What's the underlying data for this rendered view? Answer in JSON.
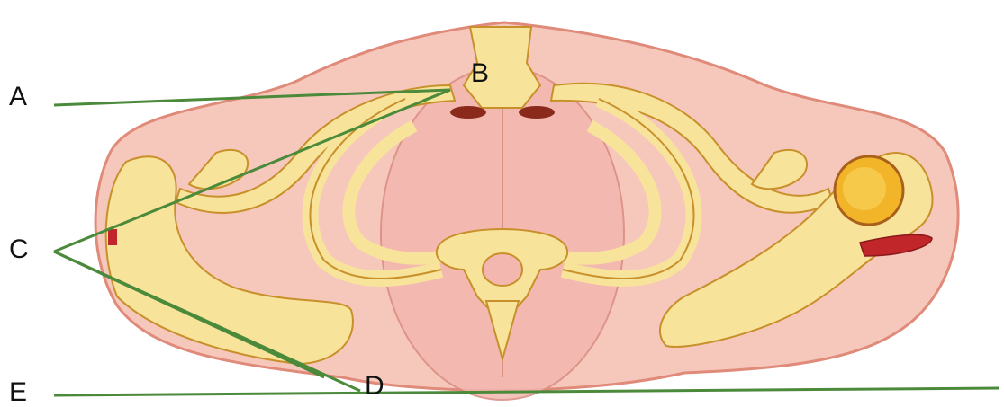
{
  "labels": {
    "a": "A",
    "b": "B",
    "c": "C",
    "d": "D",
    "e": "E"
  },
  "colors": {
    "leader_line": "#4a8a3a",
    "body_outline": "#e08a7a",
    "body_fill": "#f6c8bc",
    "bone_fill": "#f8e39a",
    "bone_outline": "#c8902a",
    "accent_red": "#c0262a",
    "head_of_humerus": "#f2b52a"
  }
}
